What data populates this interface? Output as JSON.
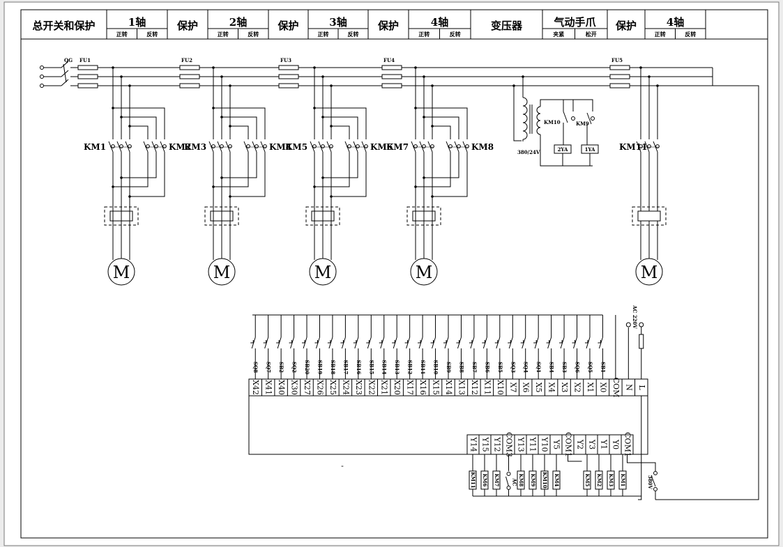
{
  "header": {
    "cells": [
      {
        "title": "总开关和保护"
      },
      {
        "title": "1轴",
        "sub": [
          "正转",
          "反转"
        ]
      },
      {
        "title": "保护"
      },
      {
        "title": "2轴",
        "sub": [
          "正转",
          "反转"
        ]
      },
      {
        "title": "保护"
      },
      {
        "title": "3轴",
        "sub": [
          "正转",
          "反转"
        ]
      },
      {
        "title": "保护"
      },
      {
        "title": "4轴",
        "sub": [
          "正转",
          "反转"
        ]
      },
      {
        "title": "变压器"
      },
      {
        "title": "气动手爪",
        "sub": [
          "夹紧",
          "松开"
        ]
      },
      {
        "title": "保护"
      },
      {
        "title": "4轴",
        "sub": [
          "正转",
          "反转"
        ]
      }
    ]
  },
  "power": {
    "switch_label": "QG",
    "fuses": [
      "FU1",
      "FU2",
      "FU3",
      "FU4",
      "FU5"
    ]
  },
  "contactors": [
    "KM1",
    "KM2",
    "KM3",
    "KM4",
    "KM5",
    "KM6",
    "KM7",
    "KM8",
    "KM11"
  ],
  "motor_symbol": "M",
  "transformer": {
    "voltage_label": "380/24V",
    "relays": [
      "KM10",
      "KM9"
    ],
    "valves": [
      "2YA",
      "1YA"
    ]
  },
  "plc": {
    "ac_label": "AC 220V",
    "input_buttons": [
      "SQ8",
      "SQ7",
      "SB2",
      "SQ2",
      "SB20",
      "SB19",
      "SB18",
      "SB17",
      "SB16",
      "SB15",
      "SB14",
      "SB13",
      "SB12",
      "SB11",
      "SB10",
      "SB9",
      "SB8",
      "SB7",
      "SB6",
      "SB5",
      "SQ3",
      "SQ4",
      "SQ1",
      "SB4",
      "SB3",
      "SQ6",
      "SQ5",
      "SB1"
    ],
    "input_terminals": [
      "X42",
      "X41",
      "X40",
      "X30",
      "X27",
      "X26",
      "X25",
      "X24",
      "X23",
      "X22",
      "X21",
      "X20",
      "X17",
      "X16",
      "X15",
      "X14",
      "X13",
      "X12",
      "X11",
      "X10",
      "X7",
      "X6",
      "X5",
      "X4",
      "X3",
      "X2",
      "X1",
      "X0",
      "COM",
      "N",
      "L"
    ],
    "output_terminals": [
      "Y14",
      "Y15",
      "Y12",
      "COM3",
      "Y13",
      "Y11",
      "Y10",
      "Y5",
      "COM1",
      "Y2",
      "Y3",
      "Y1",
      "Y0",
      "COM1"
    ],
    "output_coils": [
      "KM11",
      "KM6",
      "KM7",
      "KM8",
      "KM9",
      "KM10",
      "KM4",
      "KM5",
      "KM2",
      "KM3",
      "KM1"
    ],
    "coil_switch_labels": [
      "AC",
      "380V"
    ],
    "stray_mark": "-"
  }
}
